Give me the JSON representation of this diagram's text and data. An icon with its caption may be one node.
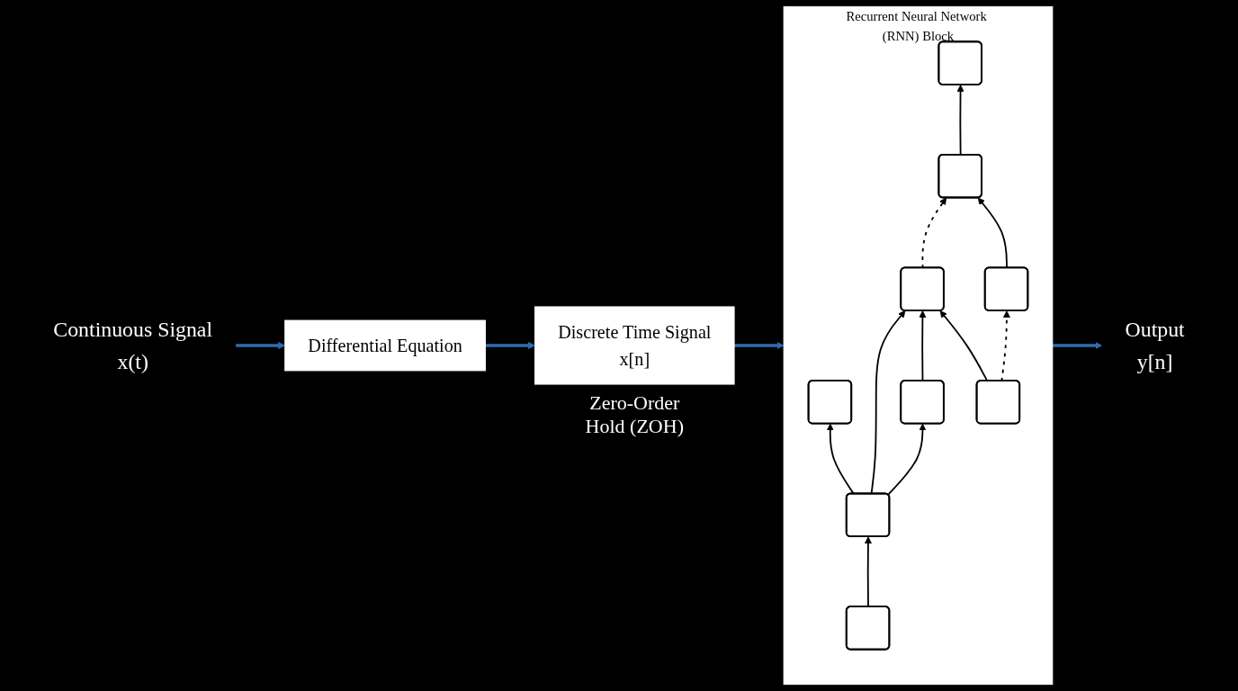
{
  "diagram": {
    "nodes": [
      {
        "text": [
          "Continuous Signal",
          "x(t)"
        ]
      },
      {
        "text": [
          "Differential Equation"
        ]
      },
      {
        "text": [
          "Discrete Time Signal",
          "x[n]"
        ],
        "beside": [
          "Zero-Order Hold (ZOH)"
        ]
      },
      {
        "text": [
          "Recurrent Neural Network (RNN) Block"
        ]
      },
      {
        "text": [],
        "shape": "box",
        "in": 3
      },
      {
        "text": [],
        "shape": "box",
        "in": 3
      },
      {
        "text": [],
        "shape": "box",
        "in": 3
      },
      {
        "text": [],
        "shape": "box",
        "in": 3
      },
      {
        "text": [],
        "shape": "box",
        "in": 3
      },
      {
        "text": [],
        "shape": "box",
        "in": 3
      },
      {
        "text": [],
        "shape": "box",
        "in": 3
      },
      {
        "text": [],
        "shape": "box",
        "in": 3
      },
      {
        "text": [],
        "shape": "box",
        "in": 3
      },
      {
        "text": [
          "Output",
          "y[n]"
        ]
      }
    ],
    "edges": [
      {
        "from": 0,
        "to": 1,
        "arrow": "to",
        "color": "#2e6db0"
      },
      {
        "from": 1,
        "to": 2,
        "arrow": "to",
        "color": "#2e6db0"
      },
      {
        "from": 2,
        "to": 3,
        "arrow": "to",
        "color": "#2e6db0"
      },
      {
        "from": 10,
        "to": 7,
        "arrow": "to"
      },
      {
        "from": 7,
        "to": 4,
        "arrow": "to"
      },
      {
        "from": 7,
        "to": 5,
        "arrow": "to"
      },
      {
        "from": 7,
        "to": 8,
        "arrow": "to"
      },
      {
        "from": 5,
        "to": 8,
        "arrow": "to"
      },
      {
        "from": 11,
        "to": 8,
        "arrow": "to"
      },
      {
        "from": 8,
        "to": 9,
        "arrow": "to",
        "style": "dashed"
      },
      {
        "from": 11,
        "to": 12,
        "arrow": "to",
        "style": "dashed"
      },
      {
        "from": 12,
        "to": 9,
        "arrow": "to"
      },
      {
        "from": 9,
        "to": 6,
        "arrow": "to"
      },
      {
        "from": 3,
        "to": 13,
        "arrow": "to",
        "color": "#2e6db0"
      }
    ]
  }
}
